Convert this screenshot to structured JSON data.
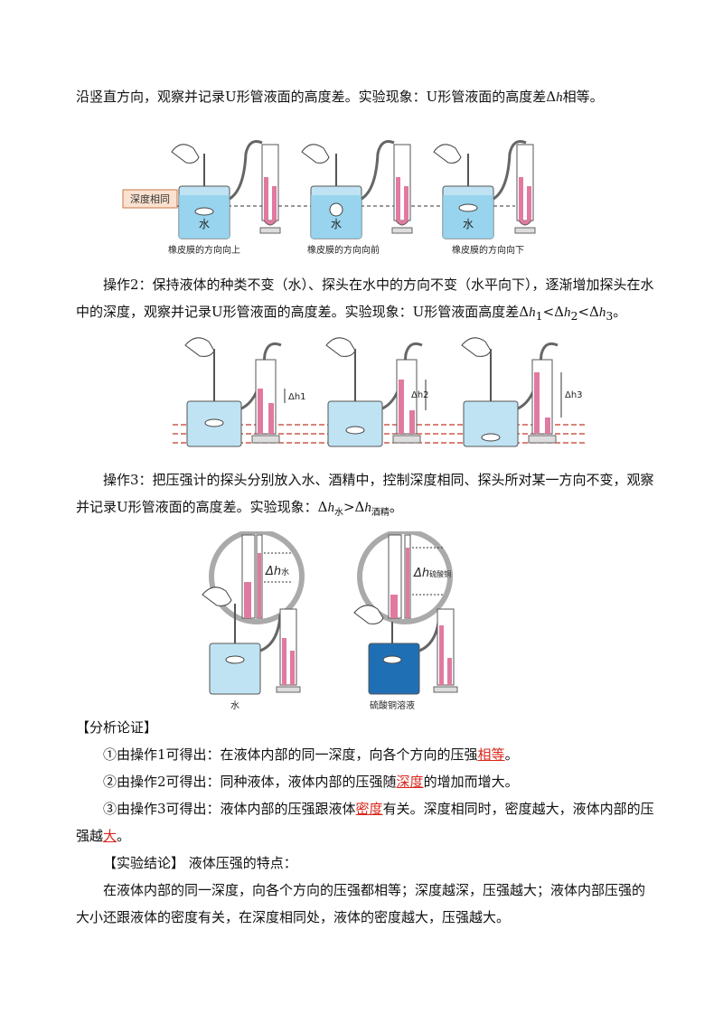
{
  "para1": {
    "text": "沿竖直方向，观察并记录U形管液面的高度差。实验现象：U形管液面的高度差Δ",
    "var": "h",
    "tail": "相等。"
  },
  "fig1": {
    "tag": "深度相同",
    "water": "水",
    "captions": [
      "橡皮膜的方向向上",
      "橡皮膜的方向向前",
      "橡皮膜的方向向下"
    ]
  },
  "para2": {
    "text": "操作2：保持液体的种类不变（水）、探头在水中的方向不变（水平向下），逐渐增加探头在水中的深度，观察并记录U形管液面的高度差。实验现象：U形管液面高度差Δ",
    "h1_sub": "1",
    "lt": "<Δ",
    "h2_sub": "2",
    "h3_sub": "3",
    "end": "。"
  },
  "fig2": {
    "labels": [
      "Δh1",
      "Δh2",
      "Δh3"
    ]
  },
  "para3": {
    "text": "操作3：把压强计的探头分别放入水、酒精中，控制深度相同、探头所对某一方向不变，观察并记录U形管液面的高度差。实验现象：Δ",
    "sub_water": "水",
    "gt": ">Δ",
    "sub_alcohol": "酒精",
    "end": "。"
  },
  "fig3": {
    "left_label": "Δh",
    "left_sub": "水",
    "right_label": "Δh",
    "right_sub": "硫酸铜",
    "caption_left": "水",
    "caption_right": "硫酸铜溶液"
  },
  "analysis": {
    "title": "【分析论证】",
    "c1_pre": "①由操作1可得出：在液体内部的同一深度，向各个方向的压强",
    "c1_ans": "相等",
    "c1_end": "。",
    "c2_pre": "②由操作2可得出：同种液体，液体内部的压强随",
    "c2_ans": "深度",
    "c2_end": "的增加而增大。",
    "c3_pre": "③由操作3可得出：液体内部的压强跟液体",
    "c3_ans": "密度",
    "c3_mid": "有关。深度相同时，密度越大，液体内部的压强越",
    "c3_ans2": "大",
    "c3_end": "。"
  },
  "conclusion": {
    "title": "【实验结论】 液体压强的特点：",
    "body": "在液体内部的同一深度，向各个方向的压强都相等；深度越深，压强越大；液体内部压强的大小还跟液体的密度有关，在深度相同处，液体的密度越大，压强越大。"
  }
}
